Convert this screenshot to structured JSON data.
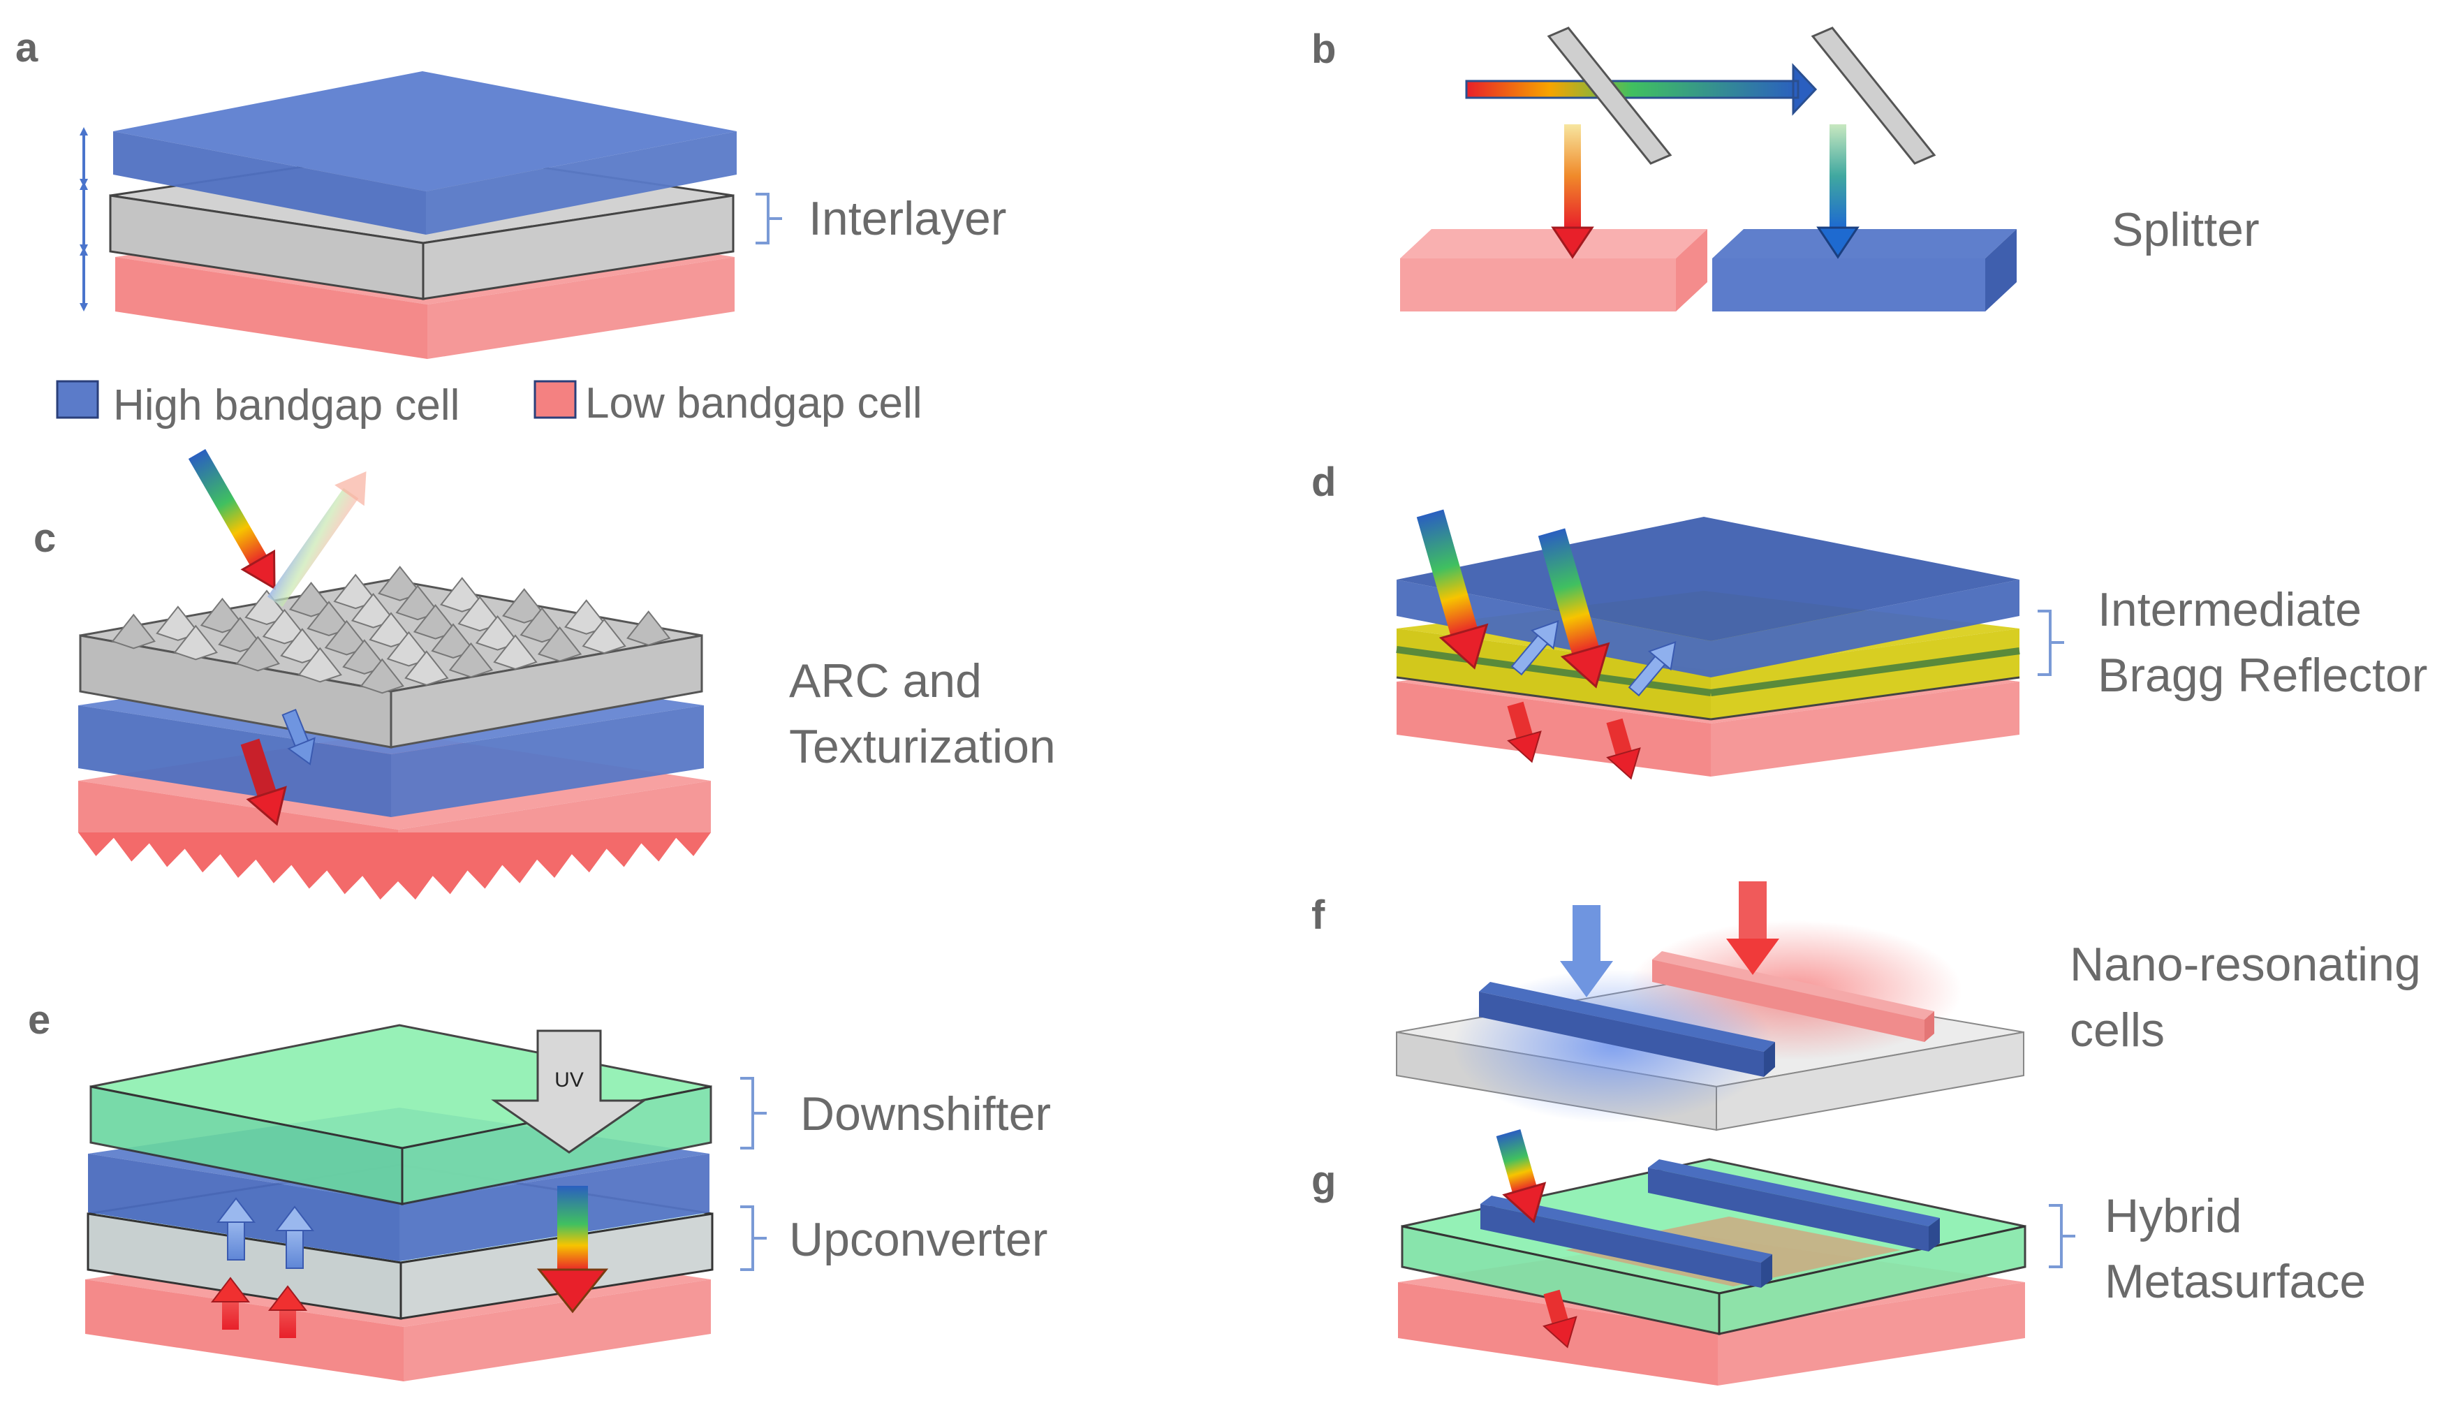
{
  "panels": {
    "a": {
      "letter": "a",
      "label": "Interlayer"
    },
    "b": {
      "letter": "b",
      "label": "Splitter"
    },
    "c": {
      "letter": "c",
      "label_line1": "ARC and",
      "label_line2": "Texturization"
    },
    "d": {
      "letter": "d",
      "label_line1": "Intermediate",
      "label_line2": "Bragg Reflector"
    },
    "e": {
      "letter": "e",
      "label_top": "Downshifter",
      "label_bottom": "Upconverter",
      "uv": "UV"
    },
    "f": {
      "letter": "f",
      "label_line1": "Nano-resonating",
      "label_line2": "cells"
    },
    "g": {
      "letter": "g",
      "label_line1": "Hybrid",
      "label_line2": "Metasurface"
    }
  },
  "legend": {
    "high": {
      "label": "High bandgap cell",
      "color": "#5b7bc9"
    },
    "low": {
      "label": "Low bandgap cell",
      "color": "#f48181"
    }
  },
  "colors": {
    "blue_top": "#5f7fcc",
    "blue_side": "#3f5fae",
    "pink_top": "#f7a1a1",
    "pink_side": "#f28a8a",
    "gray_top": "#cfcfcf",
    "gray_side": "#bdbdbd",
    "green_layer": "#8cf0b0",
    "cyan_layer": "#cdf6f8",
    "yellow_layer": "#d6d020",
    "bracket": "#7a9ad6"
  }
}
